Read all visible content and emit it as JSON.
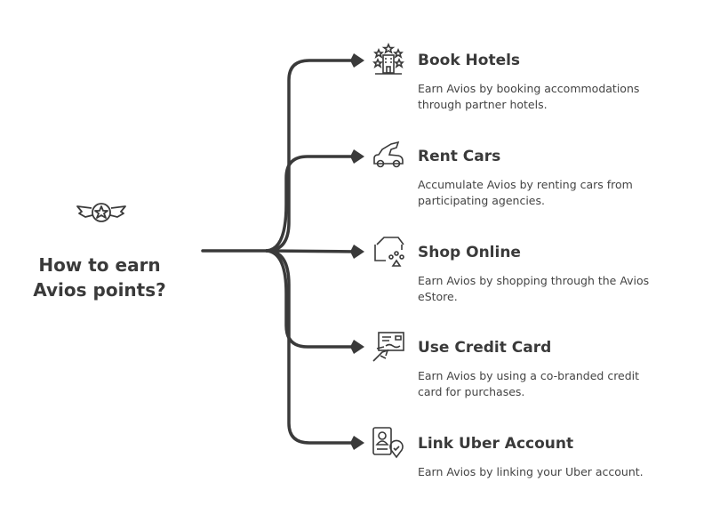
{
  "root": {
    "title": "How to earn Avios points?",
    "icon": "winged-star-badge-icon"
  },
  "branches": [
    {
      "title": "Book Hotels",
      "description": "Earn Avios by booking accommodations through partner hotels.",
      "icon": "hotel-stars-icon"
    },
    {
      "title": "Rent Cars",
      "description": "Accumulate Avios by renting cars from participating agencies.",
      "icon": "car-icon"
    },
    {
      "title": "Shop Online",
      "description": "Earn Avios by shopping through the Avios eStore.",
      "icon": "shopping-basket-icon"
    },
    {
      "title": "Use Credit Card",
      "description": "Earn Avios by using a co-branded credit card for purchases.",
      "icon": "credit-card-hand-icon"
    },
    {
      "title": "Link Uber Account",
      "description": "Earn Avios by linking your Uber account.",
      "icon": "user-profile-check-icon"
    }
  ],
  "colors": {
    "stroke": "#3a3a3a",
    "text": "#3d3d3d"
  }
}
